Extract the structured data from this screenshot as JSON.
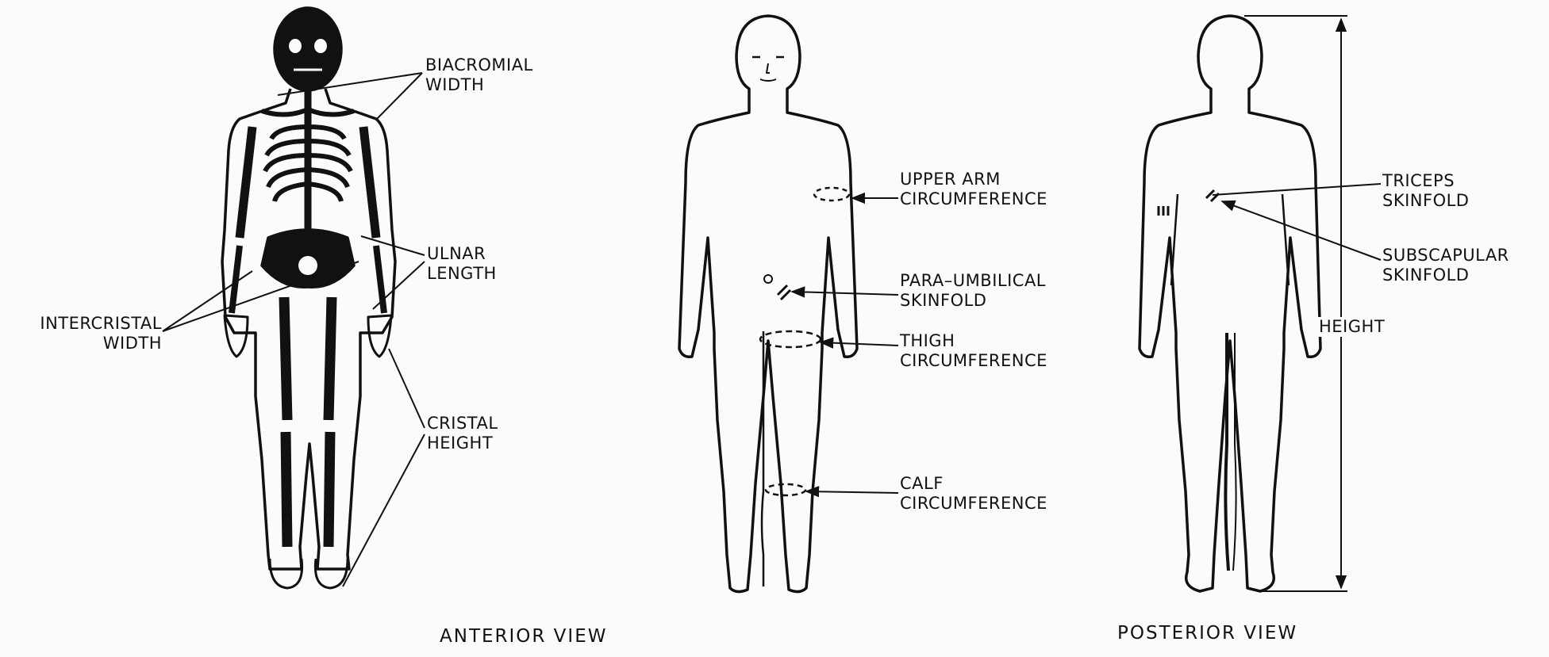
{
  "figure": {
    "labels": {
      "biacromial_width": [
        "BIACROMIAL",
        "WIDTH"
      ],
      "ulnar_length": [
        "ULNAR",
        "LENGTH"
      ],
      "intercristal_width": [
        "INTERCRISTAL",
        "WIDTH"
      ],
      "cristal_height": [
        "CRISTAL",
        "HEIGHT"
      ],
      "upper_arm_circumference": [
        "UPPER ARM",
        "CIRCUMFERENCE"
      ],
      "para_umbilical_skinfold": [
        "PARA–UMBILICAL",
        "SKINFOLD"
      ],
      "thigh_circumference": [
        "THIGH",
        "CIRCUMFERENCE"
      ],
      "calf_circumference": [
        "CALF",
        "CIRCUMFERENCE"
      ],
      "triceps_skinfold": [
        "TRICEPS",
        "SKINFOLD"
      ],
      "subscapular_skinfold": [
        "SUBSCAPULAR",
        "SKINFOLD"
      ],
      "height": "HEIGHT"
    },
    "captions": {
      "anterior": "ANTERIOR VIEW",
      "posterior": "POSTERIOR VIEW"
    }
  }
}
